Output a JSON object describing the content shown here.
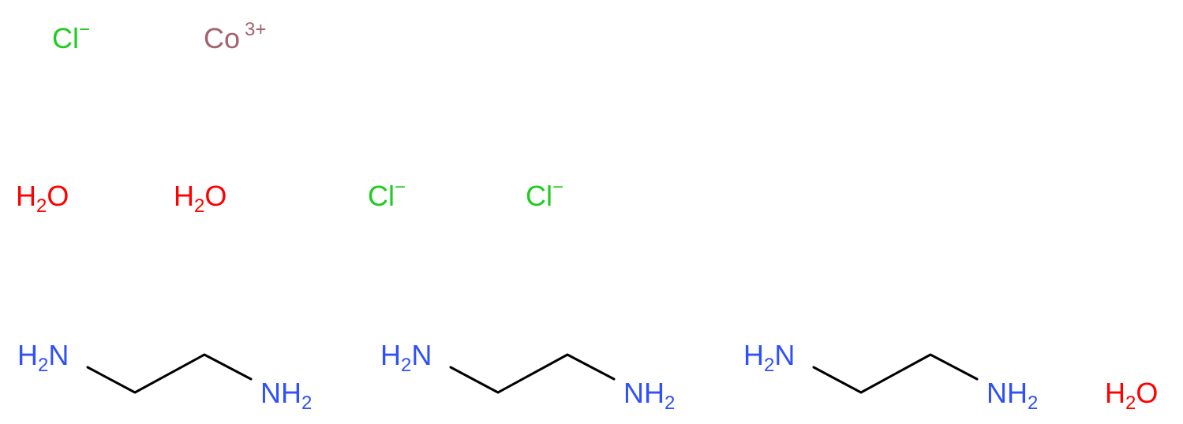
{
  "colors": {
    "chlorine": "#1fcc1f",
    "cobalt": "#a3626e",
    "oxygen": "#ff0000",
    "nitrogen": "#3050f8",
    "bond": "#000000"
  },
  "ions": {
    "chloride_1": {
      "element": "Cl",
      "charge": "−"
    },
    "cobalt": {
      "element": "Co",
      "charge": "3+"
    },
    "chloride_2": {
      "element": "Cl",
      "charge": "−"
    },
    "chloride_3": {
      "element": "Cl",
      "charge": "−"
    }
  },
  "water": [
    {
      "h": "H",
      "sub": "2",
      "o": "O"
    },
    {
      "h": "H",
      "sub": "2",
      "o": "O"
    },
    {
      "h": "H",
      "sub": "2",
      "o": "O"
    }
  ],
  "ethylenediamine": [
    {
      "left": {
        "h": "H",
        "sub": "2",
        "n": "N"
      },
      "right": {
        "n": "NH",
        "sub": "2"
      }
    },
    {
      "left": {
        "h": "H",
        "sub": "2",
        "n": "N"
      },
      "right": {
        "n": "NH",
        "sub": "2"
      }
    },
    {
      "left": {
        "h": "H",
        "sub": "2",
        "n": "N"
      },
      "right": {
        "n": "NH",
        "sub": "2"
      }
    }
  ]
}
